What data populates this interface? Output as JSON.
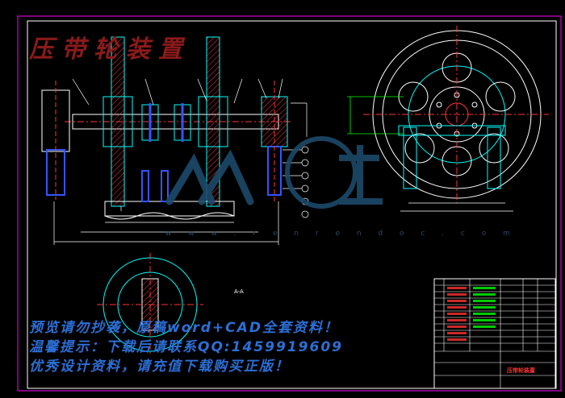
{
  "drawing": {
    "title": "压带轮装置",
    "section_label": "A-A",
    "sheet_name": "压带轮装置"
  },
  "promo": {
    "line1": "预览请勿抄袭，原稿word+CAD全套资料！",
    "line2": "温馨提示：下载后请联系QQ:1459919609",
    "line3": "优秀设计资料，请充值下载购买正版！"
  },
  "watermark": {
    "site": "w w w . r e n r e n d o c . c o m"
  },
  "colors": {
    "background": "#000000",
    "frame": "#ff00ff",
    "geometry": "#00ffff",
    "white": "#ffffff",
    "title": "#8b1a1a",
    "promo": "#2c6fd6",
    "dimension": "#00ff00",
    "hatch": "#ff3333",
    "watermark": "#1c4a6a"
  }
}
